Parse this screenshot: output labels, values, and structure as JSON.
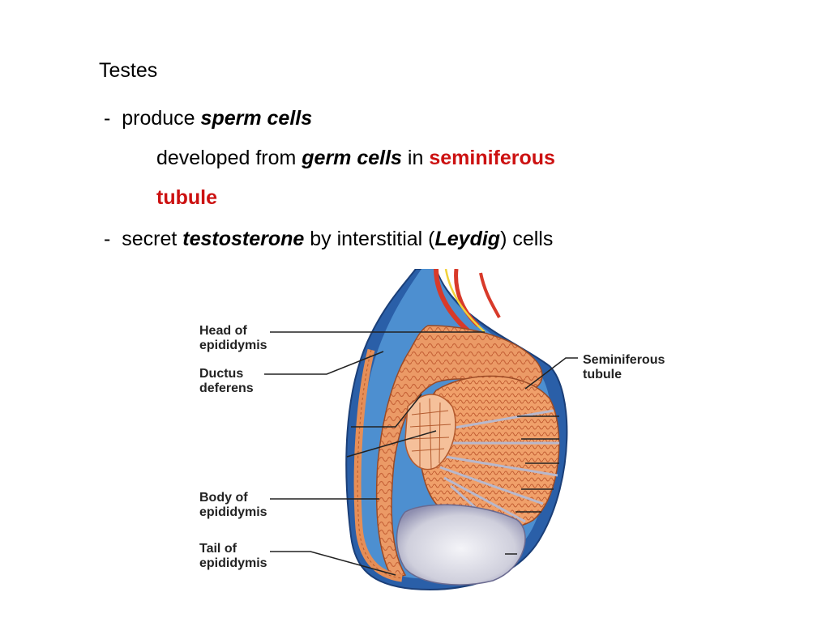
{
  "slide": {
    "title": "Testes",
    "bullet1": {
      "dash": "-",
      "text": "produce",
      "emph": "sperm cells"
    },
    "sub": {
      "text1": "developed from",
      "emph1": "germ cells",
      "text2": "in",
      "red1": "seminiferous",
      "red2": "tubule"
    },
    "bullet2": {
      "dash": "-",
      "text1": "secret",
      "emph1": "testosterone",
      "text2": "by interstitial (",
      "emph2": "Leydig",
      "text3": ") cells"
    }
  },
  "figure": {
    "labels": {
      "head1": "Head of",
      "head2": "epididymis",
      "ductus1": "Ductus",
      "ductus2": "deferens",
      "body1": "Body of",
      "body2": "epididymis",
      "tail1": "Tail of",
      "tail2": "epididymis",
      "semi1": "Seminiferous",
      "semi2": "tubule"
    },
    "colors": {
      "outer_blue": "#2a5fa8",
      "inner_blue": "#4d8fd0",
      "tissue": "#e8935e",
      "tissue_dark": "#c9673a",
      "vessel_red": "#d83a2a",
      "nerve_yellow": "#f2d23a",
      "cavity": "#dcdce6"
    }
  }
}
